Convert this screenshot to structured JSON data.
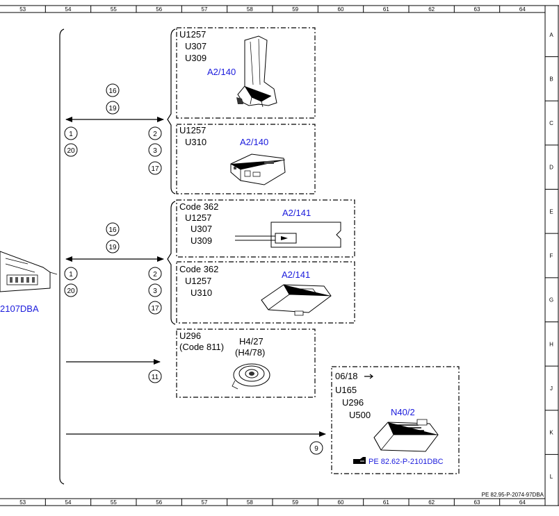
{
  "ruler": {
    "columns": [
      "53",
      "54",
      "55",
      "56",
      "57",
      "58",
      "59",
      "60",
      "61",
      "62",
      "63",
      "64"
    ],
    "rows": [
      "A",
      "B",
      "C",
      "D",
      "E",
      "F",
      "G",
      "H",
      "J",
      "K",
      "L"
    ]
  },
  "left_component": {
    "label": "2107DBA"
  },
  "group1": {
    "circles_top": [
      "16",
      "19"
    ],
    "circles_left": [
      "1",
      "20"
    ],
    "circles_right": [
      "2",
      "3",
      "17"
    ],
    "box_a": {
      "codes": [
        "U1257",
        "U307",
        "U309"
      ],
      "ref": "A2/140"
    },
    "box_b": {
      "codes": [
        "U1257",
        "U310"
      ],
      "ref": "A2/140"
    }
  },
  "group2": {
    "circles_top": [
      "16",
      "19"
    ],
    "circles_left": [
      "1",
      "20"
    ],
    "circles_right": [
      "2",
      "3",
      "17"
    ],
    "box_a": {
      "codes": [
        "Code 362",
        "U1257",
        "U307",
        "U309"
      ],
      "ref": "A2/141"
    },
    "box_b": {
      "codes": [
        "Code 362",
        "U1257",
        "U310"
      ],
      "ref": "A2/141"
    }
  },
  "group3": {
    "circle": "11",
    "box": {
      "codes": [
        "U296",
        "(Code 811)"
      ],
      "ref": "H4/27",
      "ref_alt": "(H4/78)"
    }
  },
  "group4": {
    "circle": "9",
    "box": {
      "date": "06/18",
      "codes": [
        "U165",
        "U296",
        "U500"
      ],
      "ref": "N40/2",
      "link": "PE 82.62-P-2101DBC"
    }
  },
  "footer_ref": "PE 82.95-P-2074-97DBA"
}
